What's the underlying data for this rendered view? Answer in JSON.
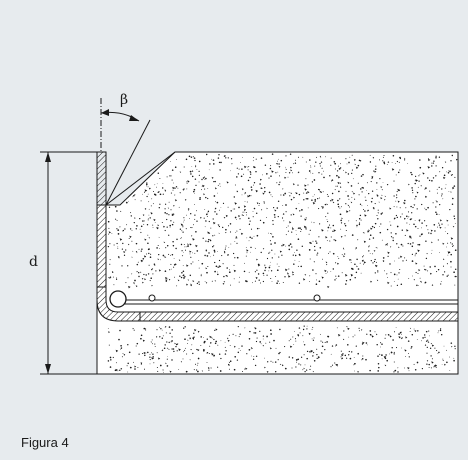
{
  "figure": {
    "caption": "Figura 4",
    "labels": {
      "angle": "β",
      "depth": "d"
    },
    "colors": {
      "background": "#e7ebee",
      "concrete": "#ffffff",
      "line": "#1a1a1a"
    }
  }
}
